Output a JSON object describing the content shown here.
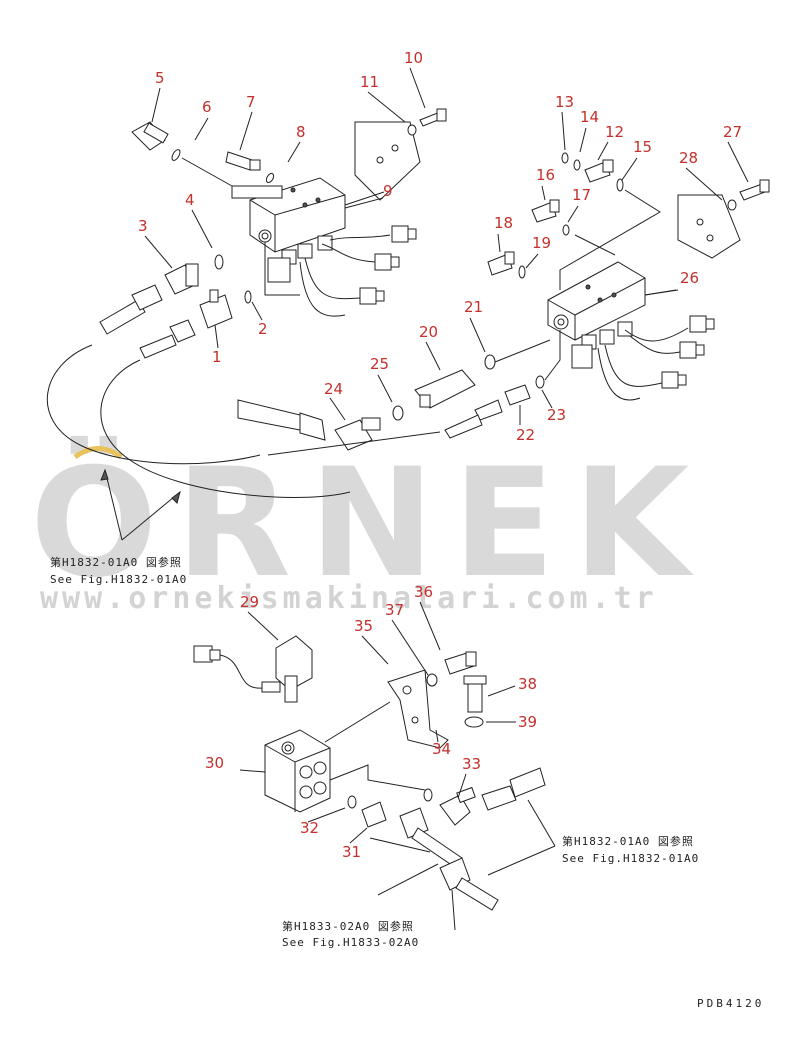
{
  "watermark": {
    "brand": "ÖRNEK",
    "url": "www.ornekismakinalari.com.tr",
    "accent_color": "#e8c25a",
    "text_color": "#d9d9d9"
  },
  "callouts": {
    "c1": "1",
    "c2": "2",
    "c3": "3",
    "c4": "4",
    "c5": "5",
    "c6": "6",
    "c7": "7",
    "c8": "8",
    "c9": "9",
    "c10": "10",
    "c11": "11",
    "c12": "12",
    "c13": "13",
    "c14": "14",
    "c15": "15",
    "c16": "16",
    "c17": "17",
    "c18": "18",
    "c19": "19",
    "c20": "20",
    "c21": "21",
    "c22": "22",
    "c23": "23",
    "c24": "24",
    "c25": "25",
    "c26": "26",
    "c27": "27",
    "c28": "28",
    "c29": "29",
    "c30": "30",
    "c31": "31",
    "c32": "32",
    "c33": "33",
    "c34": "34",
    "c35": "35",
    "c36": "36",
    "c37": "37",
    "c38": "38",
    "c39": "39"
  },
  "references": {
    "ref1_jp": "第H1832-01A0 図参照",
    "ref1_en": "See Fig.H1832-01A0",
    "ref2_jp": "第H1832-01A0 図参照",
    "ref2_en": "See Fig.H1832-01A0",
    "ref3_jp": "第H1833-02A0 図参照",
    "ref3_en": "See Fig.H1833-02A0"
  },
  "drawing_code": "PDB4120",
  "callout_color": "#c4302b"
}
